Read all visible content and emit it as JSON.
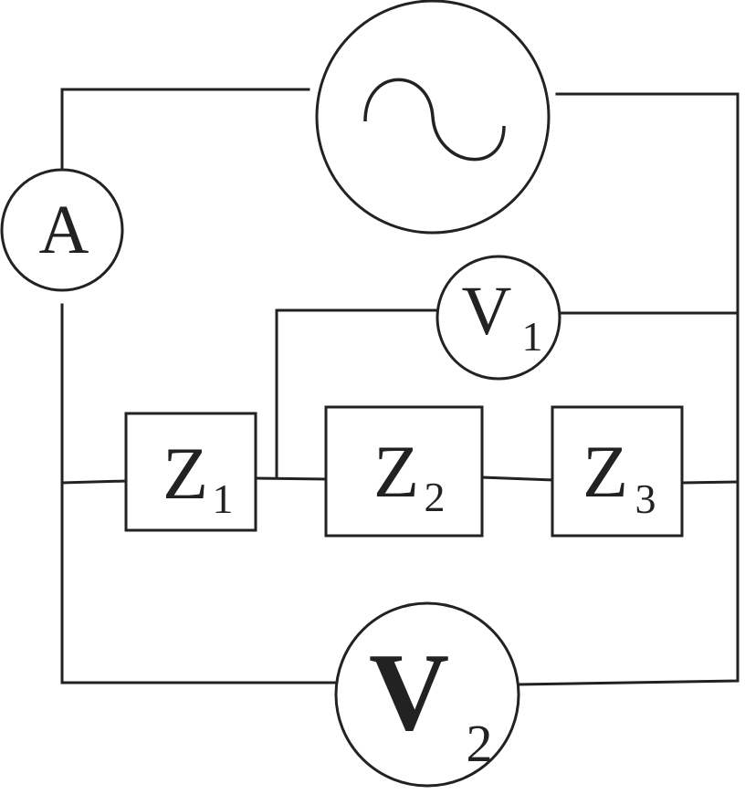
{
  "colors": {
    "line": "#222222",
    "background": "#ffffff"
  },
  "source": {
    "icon": "ac-sine-wave-icon"
  },
  "ammeter": {
    "symbol": "A"
  },
  "voltmeter_1": {
    "symbol": "V",
    "subscript": "1"
  },
  "voltmeter_2": {
    "symbol": "V",
    "subscript": "2"
  },
  "impedances": [
    {
      "symbol": "Z",
      "subscript": "1"
    },
    {
      "symbol": "Z",
      "subscript": "2"
    },
    {
      "symbol": "Z",
      "subscript": "3"
    }
  ]
}
